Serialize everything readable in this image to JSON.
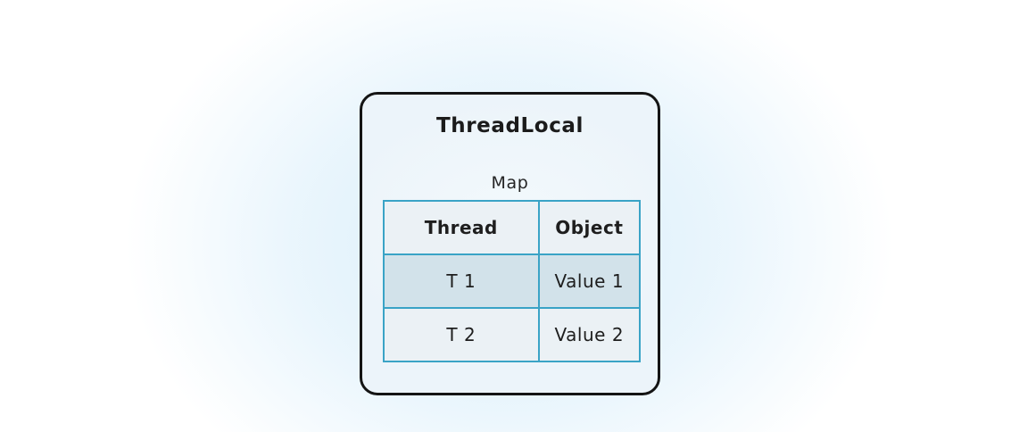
{
  "page": {
    "background_glow_color": "#dbeffb",
    "background_base_color": "#ffffff"
  },
  "diagram": {
    "title": "ThreadLocal",
    "map_label": "Map",
    "box": {
      "border_color": "#141414",
      "background_color": "#ecf4fa"
    },
    "table": {
      "columns": [
        "Thread",
        "Object"
      ],
      "rows": [
        [
          "T 1",
          "Value 1"
        ],
        [
          "T 2",
          "Value 2"
        ]
      ],
      "highlighted_row_index": 0,
      "border_color": "#3aa3c6",
      "cell_background": "#ebf1f5",
      "highlight_background": "#d2e2ea"
    }
  }
}
